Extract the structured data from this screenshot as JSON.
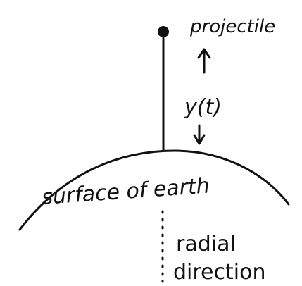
{
  "diagram": {
    "labels": {
      "projectile": "projectile",
      "height": "y(t)",
      "surface": "surface of earth",
      "radial_line1": "radial",
      "radial_line2": "direction"
    },
    "colors": {
      "ink": "#111111",
      "background": "#ffffff"
    },
    "elements": {
      "projectile_mark": "filled-dot",
      "up_arrow": "arrow-up",
      "down_arrow": "arrow-down",
      "radial_line": "dotted-vertical-line"
    }
  }
}
